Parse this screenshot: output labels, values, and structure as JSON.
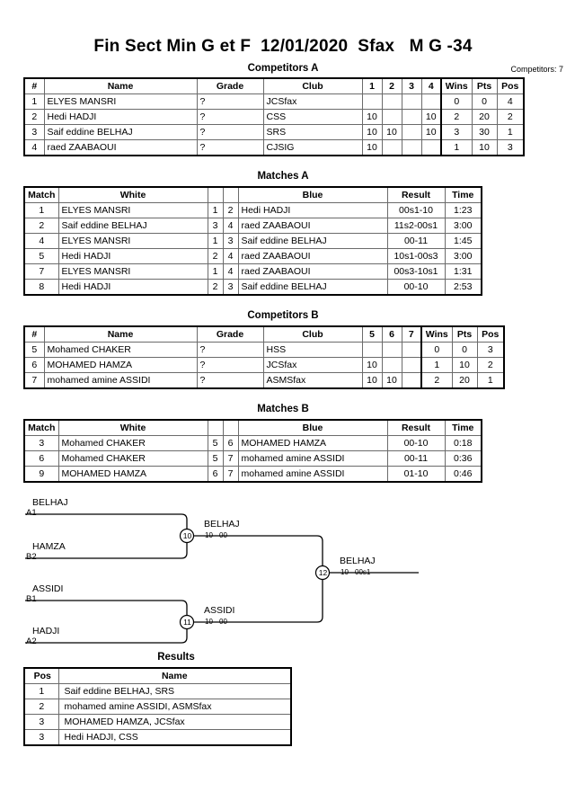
{
  "title": "Fin Sect Min G et F  12/01/2020  Sfax   M G -34",
  "sections": {
    "competitors_a": {
      "heading": "Competitors A",
      "competitor_count_label": "Competitors: 7",
      "columns": [
        "#",
        "Name",
        "Grade",
        "Club",
        "1",
        "2",
        "3",
        "4",
        "Wins",
        "Pts",
        "Pos"
      ],
      "rows": [
        {
          "num": "1",
          "name": "ELYES MANSRI",
          "grade": "?",
          "club": "JCSfax",
          "r1": "",
          "r2": "",
          "r3": "",
          "r4": "",
          "wins": "0",
          "pts": "0",
          "pos": "4"
        },
        {
          "num": "2",
          "name": "Hedi HADJI",
          "grade": "?",
          "club": "CSS",
          "r1": "10",
          "r2": "",
          "r3": "",
          "r4": "10",
          "wins": "2",
          "pts": "20",
          "pos": "2"
        },
        {
          "num": "3",
          "name": "Saif eddine BELHAJ",
          "grade": "?",
          "club": "SRS",
          "r1": "10",
          "r2": "10",
          "r3": "",
          "r4": "10",
          "wins": "3",
          "pts": "30",
          "pos": "1"
        },
        {
          "num": "4",
          "name": "raed ZAABAOUI",
          "grade": "?",
          "club": "CJSIG",
          "r1": "10",
          "r2": "",
          "r3": "",
          "r4": "",
          "wins": "1",
          "pts": "10",
          "pos": "3"
        }
      ]
    },
    "matches_a": {
      "heading": "Matches A",
      "columns": [
        "Match",
        "White",
        "",
        "",
        "Blue",
        "Result",
        "Time"
      ],
      "rows": [
        {
          "match": "1",
          "white": "ELYES MANSRI",
          "w_seed": "1",
          "b_seed": "2",
          "blue": "Hedi HADJI",
          "result": "00s1-10",
          "time": "1:23"
        },
        {
          "match": "2",
          "white": "Saif eddine BELHAJ",
          "w_seed": "3",
          "b_seed": "4",
          "blue": "raed ZAABAOUI",
          "result": "11s2-00s1",
          "time": "3:00"
        },
        {
          "match": "4",
          "white": "ELYES MANSRI",
          "w_seed": "1",
          "b_seed": "3",
          "blue": "Saif eddine BELHAJ",
          "result": "00-11",
          "time": "1:45"
        },
        {
          "match": "5",
          "white": "Hedi HADJI",
          "w_seed": "2",
          "b_seed": "4",
          "blue": "raed ZAABAOUI",
          "result": "10s1-00s3",
          "time": "3:00"
        },
        {
          "match": "7",
          "white": "ELYES MANSRI",
          "w_seed": "1",
          "b_seed": "4",
          "blue": "raed ZAABAOUI",
          "result": "00s3-10s1",
          "time": "1:31"
        },
        {
          "match": "8",
          "white": "Hedi HADJI",
          "w_seed": "2",
          "b_seed": "3",
          "blue": "Saif eddine BELHAJ",
          "result": "00-10",
          "time": "2:53"
        }
      ]
    },
    "competitors_b": {
      "heading": "Competitors B",
      "columns": [
        "#",
        "Name",
        "Grade",
        "Club",
        "5",
        "6",
        "7",
        "Wins",
        "Pts",
        "Pos"
      ],
      "rows": [
        {
          "num": "5",
          "name": "Mohamed CHAKER",
          "grade": "?",
          "club": "HSS",
          "r5": "",
          "r6": "",
          "r7": "",
          "wins": "0",
          "pts": "0",
          "pos": "3"
        },
        {
          "num": "6",
          "name": "MOHAMED HAMZA",
          "grade": "?",
          "club": "JCSfax",
          "r5": "10",
          "r6": "",
          "r7": "",
          "wins": "1",
          "pts": "10",
          "pos": "2"
        },
        {
          "num": "7",
          "name": "mohamed amine ASSIDI",
          "grade": "?",
          "club": "ASMSfax",
          "r5": "10",
          "r6": "10",
          "r7": "",
          "wins": "2",
          "pts": "20",
          "pos": "1"
        }
      ]
    },
    "matches_b": {
      "heading": "Matches B",
      "columns": [
        "Match",
        "White",
        "",
        "",
        "Blue",
        "Result",
        "Time"
      ],
      "rows": [
        {
          "match": "3",
          "white": "Mohamed CHAKER",
          "w_seed": "5",
          "b_seed": "6",
          "blue": "MOHAMED HAMZA",
          "result": "00-10",
          "time": "0:18"
        },
        {
          "match": "6",
          "white": "Mohamed CHAKER",
          "w_seed": "5",
          "b_seed": "7",
          "blue": "mohamed amine ASSIDI",
          "result": "00-11",
          "time": "0:36"
        },
        {
          "match": "9",
          "white": "MOHAMED HAMZA",
          "w_seed": "6",
          "b_seed": "7",
          "blue": "mohamed amine ASSIDI",
          "result": "01-10",
          "time": "0:46"
        }
      ]
    },
    "bracket": {
      "entries": [
        {
          "name": "BELHAJ",
          "seed": "A1"
        },
        {
          "name": "HAMZA",
          "seed": "B2"
        },
        {
          "name": "ASSIDI",
          "seed": "B1"
        },
        {
          "name": "HADJI",
          "seed": "A2"
        }
      ],
      "matches": [
        {
          "number": "10",
          "winner": "BELHAJ",
          "score": "10 - 00"
        },
        {
          "number": "11",
          "winner": "ASSIDI",
          "score": "10 - 00"
        },
        {
          "number": "12",
          "winner": "BELHAJ",
          "score": "10 - 00s1"
        }
      ]
    },
    "results": {
      "heading": "Results",
      "columns": [
        "Pos",
        "Name"
      ],
      "rows": [
        {
          "pos": "1",
          "name": "Saif eddine BELHAJ, SRS"
        },
        {
          "pos": "2",
          "name": "mohamed amine ASSIDI, ASMSfax"
        },
        {
          "pos": "3",
          "name": "MOHAMED HAMZA, JCSfax"
        },
        {
          "pos": "3",
          "name": "Hedi HADJI, CSS"
        }
      ]
    }
  }
}
